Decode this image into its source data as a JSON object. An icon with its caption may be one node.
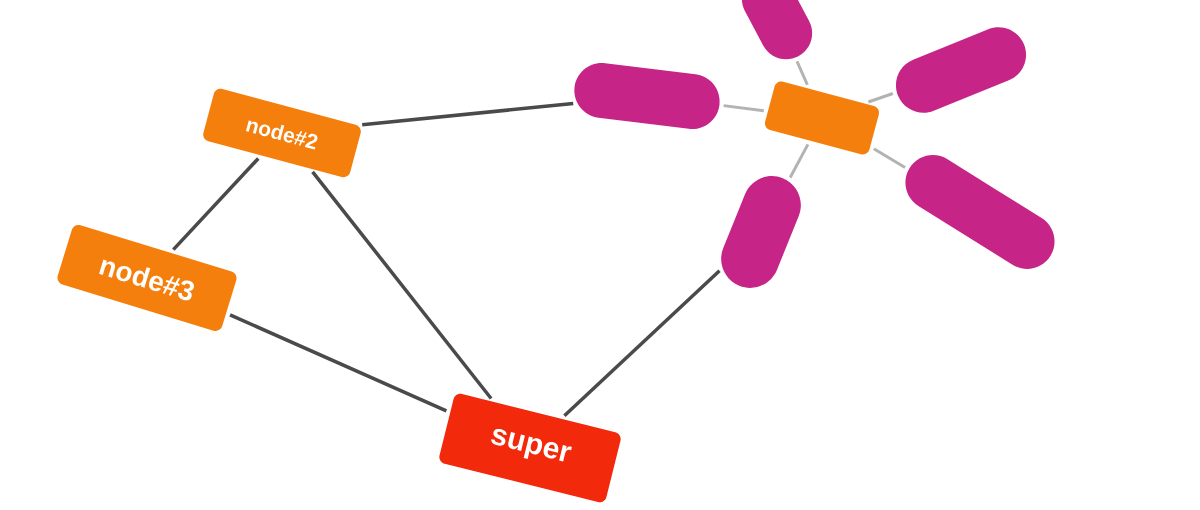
{
  "diagram": {
    "nodes": [
      {
        "text": [],
        "shape": "pill"
      },
      {
        "text": [],
        "shape": "pill"
      },
      {
        "text": [
          "node#2"
        ]
      },
      {
        "text": [],
        "shape": "pill"
      },
      {
        "text": [],
        "shape": "box"
      },
      {
        "text": [],
        "shape": "pill"
      },
      {
        "text": [],
        "shape": "pill"
      },
      {
        "text": [
          "node#3"
        ]
      },
      {
        "text": [
          "super"
        ]
      }
    ],
    "edges": [
      {
        "from": 2,
        "to": 7,
        "arrow": "none"
      },
      {
        "from": 2,
        "to": 8,
        "arrow": "none"
      },
      {
        "from": 7,
        "to": 8,
        "arrow": "none"
      },
      {
        "from": 2,
        "to": 3,
        "arrow": "none"
      },
      {
        "from": 3,
        "to": 4,
        "arrow": "none",
        "color": "#b3b3b3"
      },
      {
        "from": 8,
        "to": 6,
        "arrow": "none"
      },
      {
        "from": 6,
        "to": 4,
        "arrow": "none",
        "color": "#b3b3b3"
      },
      {
        "from": 4,
        "to": 0,
        "arrow": "none",
        "color": "#b3b3b3"
      },
      {
        "from": 4,
        "to": 1,
        "arrow": "none",
        "color": "#b3b3b3"
      },
      {
        "from": 4,
        "to": 5,
        "arrow": "none",
        "color": "#b3b3b3"
      }
    ]
  }
}
